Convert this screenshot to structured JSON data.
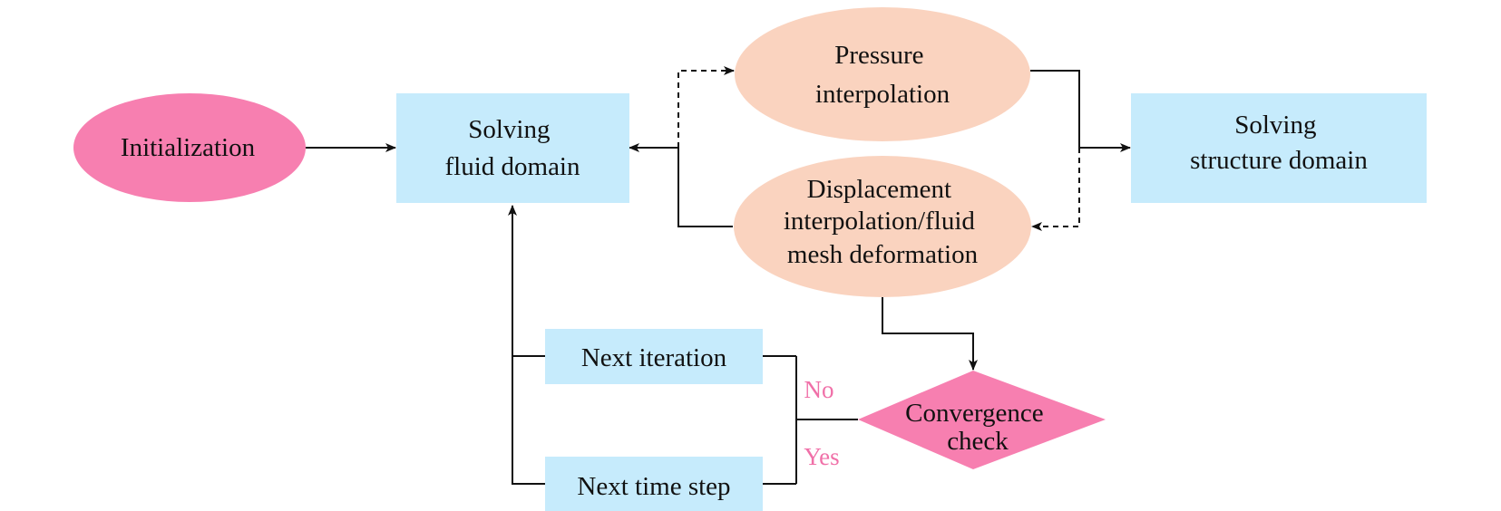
{
  "colors": {
    "terminal_fill": "#f77fb0",
    "process_fill": "#c6ebfc",
    "interpolation_fill": "#fad3bf",
    "decision_fill": "#f77fb0",
    "branch_label": "#f070a8",
    "line": "#111111"
  },
  "nodes": {
    "initialization": {
      "lines": [
        "Initialization"
      ]
    },
    "solving_fluid": {
      "lines": [
        "Solving",
        "fluid domain"
      ]
    },
    "pressure_interp": {
      "lines": [
        "Pressure",
        "interpolation"
      ]
    },
    "solving_structure": {
      "lines": [
        "Solving",
        "structure domain"
      ]
    },
    "displacement_interp": {
      "lines": [
        "Displacement",
        "interpolation/fluid",
        "mesh deformation"
      ]
    },
    "next_iteration": {
      "lines": [
        "Next iteration"
      ]
    },
    "next_time_step": {
      "lines": [
        "Next time step"
      ]
    },
    "convergence_check": {
      "lines": [
        "Convergence",
        "check"
      ]
    }
  },
  "branches": {
    "no": "No",
    "yes": "Yes"
  }
}
